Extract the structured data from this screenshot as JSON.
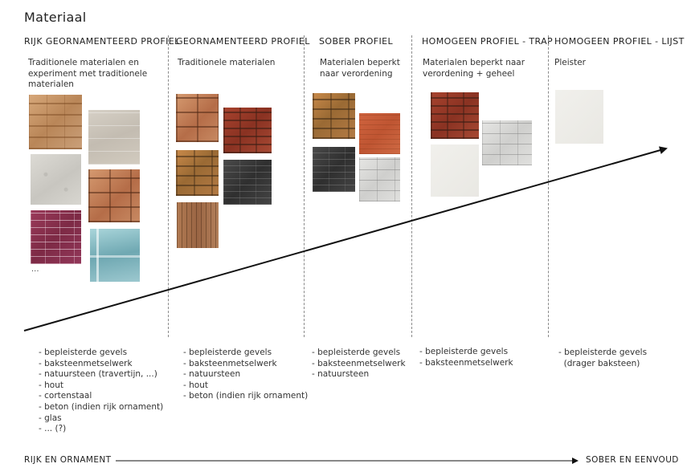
{
  "title": "Materiaal",
  "columns": [
    {
      "heading": "RIJK GEORNAMENTEERD PROFIEL",
      "description": "Traditionele materialen en experiment met traditionele materialen",
      "ellipsis": "...",
      "bullets": [
        "- bepleisterde gevels",
        "- baksteenmetselwerk",
        "- natuursteen (travertijn, ...)",
        "- hout",
        "- cortenstaal",
        "- beton (indien rijk ornament)",
        "- glas",
        "- ... (?)"
      ]
    },
    {
      "heading": "GEORNAMENTEERD PROFIEL",
      "description": "Traditionele materialen",
      "bullets": [
        "- bepleisterde gevels",
        "- baksteenmetselwerk",
        "- natuursteen",
        "- hout",
        "- beton (indien rijk ornament)"
      ]
    },
    {
      "heading": "SOBER PROFIEL",
      "description": "Materialen beperkt naar verordening",
      "bullets": [
        "- bepleisterde gevels",
        "- baksteenmetselwerk",
        "- natuursteen"
      ]
    },
    {
      "heading": "HOMOGEEN PROFIEL - TRAP",
      "description": "Materialen beperkt naar verordening + geheel",
      "bullets": [
        "- bepleisterde gevels",
        "- baksteenmetselwerk"
      ]
    },
    {
      "heading": "HOMOGEEN PROFIEL - LIJST",
      "description": "Pleister",
      "bullets": [
        "- bepleisterde gevels",
        "  (drager baksteen)"
      ]
    }
  ],
  "footer": {
    "left_label": "RIJK EN ORNAMENT",
    "right_label": "SOBER EN EENVOUD"
  },
  "colors": {
    "text": "#333333",
    "divider": "#8a8a8a",
    "arrow": "#111111"
  }
}
